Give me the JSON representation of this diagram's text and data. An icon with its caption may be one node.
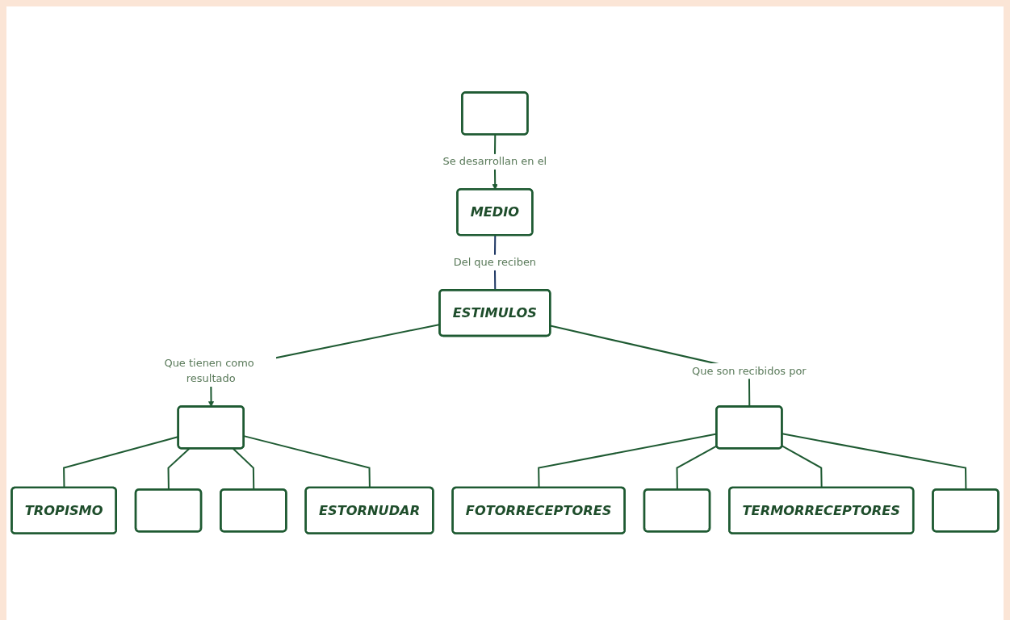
{
  "diagram": {
    "nodes": [
      {
        "text": [],
        "shape": "box"
      },
      {
        "text": [
          "MEDIO"
        ]
      },
      {
        "text": [],
        "shape": "box"
      },
      {
        "text": [
          "ESTIMULOS"
        ]
      },
      {
        "text": [
          "TROPISMO"
        ]
      },
      {
        "text": [
          "ESTORNUDAR"
        ]
      },
      {
        "text": [],
        "shape": "box"
      },
      {
        "text": [],
        "shape": "box"
      },
      {
        "text": [],
        "shape": "box"
      },
      {
        "text": [
          "FOTORRECEPTORES"
        ]
      },
      {
        "text": [],
        "shape": "box"
      },
      {
        "text": [
          "TERMORRECEPTORES"
        ]
      },
      {
        "text": [],
        "shape": "box"
      }
    ],
    "edges": [
      {
        "from": 0,
        "to": 1,
        "arrow": "to",
        "label": "Se desarrollan en el"
      },
      {
        "from": 1,
        "to": 3,
        "arrow": "none",
        "label": "Del que reciben",
        "color": "#1f3864"
      },
      {
        "from": 3,
        "to": 2,
        "arrow": "to",
        "label": "Que tienen como resultado"
      },
      {
        "from": 2,
        "to": 4,
        "arrow": "none"
      },
      {
        "from": 2,
        "to": 6,
        "arrow": "none"
      },
      {
        "from": 2,
        "to": 7,
        "arrow": "none"
      },
      {
        "from": 2,
        "to": 5,
        "arrow": "none"
      },
      {
        "from": 3,
        "to": 8,
        "arrow": "none",
        "label": "Que son recibidos por"
      },
      {
        "from": 8,
        "to": 9,
        "arrow": "none"
      },
      {
        "from": 8,
        "to": 10,
        "arrow": "none"
      },
      {
        "from": 8,
        "to": 11,
        "arrow": "none"
      },
      {
        "from": 8,
        "to": 12,
        "arrow": "none"
      }
    ]
  }
}
